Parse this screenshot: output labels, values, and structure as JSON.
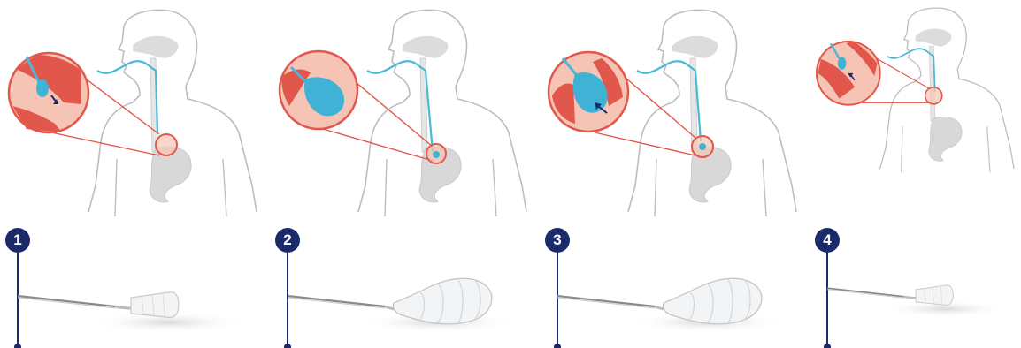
{
  "colors": {
    "outline": "#bdbdbd",
    "organ": "#dcdcdc",
    "tube": "#4bb8d8",
    "balloon": "#3fb2d6",
    "tissue_dark": "#e2574c",
    "tissue_light": "#f6c4b4",
    "step_badge": "#1b2a6b",
    "shaft": "#8a8a8a"
  },
  "steps": [
    {
      "number": "1",
      "balloon_state": "deflated",
      "arrow": "down",
      "balloon_level": 0.2
    },
    {
      "number": "2",
      "balloon_state": "inflated",
      "arrow": "none",
      "balloon_level": 1.0
    },
    {
      "number": "3",
      "balloon_state": "inflated",
      "arrow": "up",
      "balloon_level": 0.9
    },
    {
      "number": "4",
      "balloon_state": "deflated",
      "arrow": "up",
      "balloon_level": 0.15
    }
  ]
}
